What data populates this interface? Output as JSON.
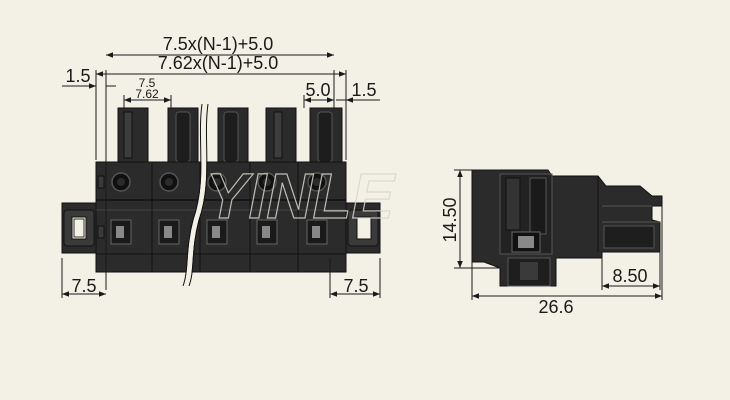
{
  "colors": {
    "background": "#f3f0e6",
    "body": "#2b2b2b",
    "body_dark": "#1c1c1c",
    "body_light": "#4a4a4a",
    "dimension_line": "#1a1a1a"
  },
  "watermark": "YINLE",
  "front_view": {
    "dims": {
      "formula_75": "7.5x(N-1)+5.0",
      "formula_762": "7.62x(N-1)+5.0",
      "left_offset": "1.5",
      "pitch_75": "7.5",
      "pitch_762": "7.62",
      "right_gap": "5.0",
      "right_offset": "1.5",
      "bottom_left": "7.5",
      "bottom_right": "7.5"
    }
  },
  "side_view": {
    "dims": {
      "height": "14.50",
      "depth": "8.50",
      "length": "26.6"
    }
  }
}
